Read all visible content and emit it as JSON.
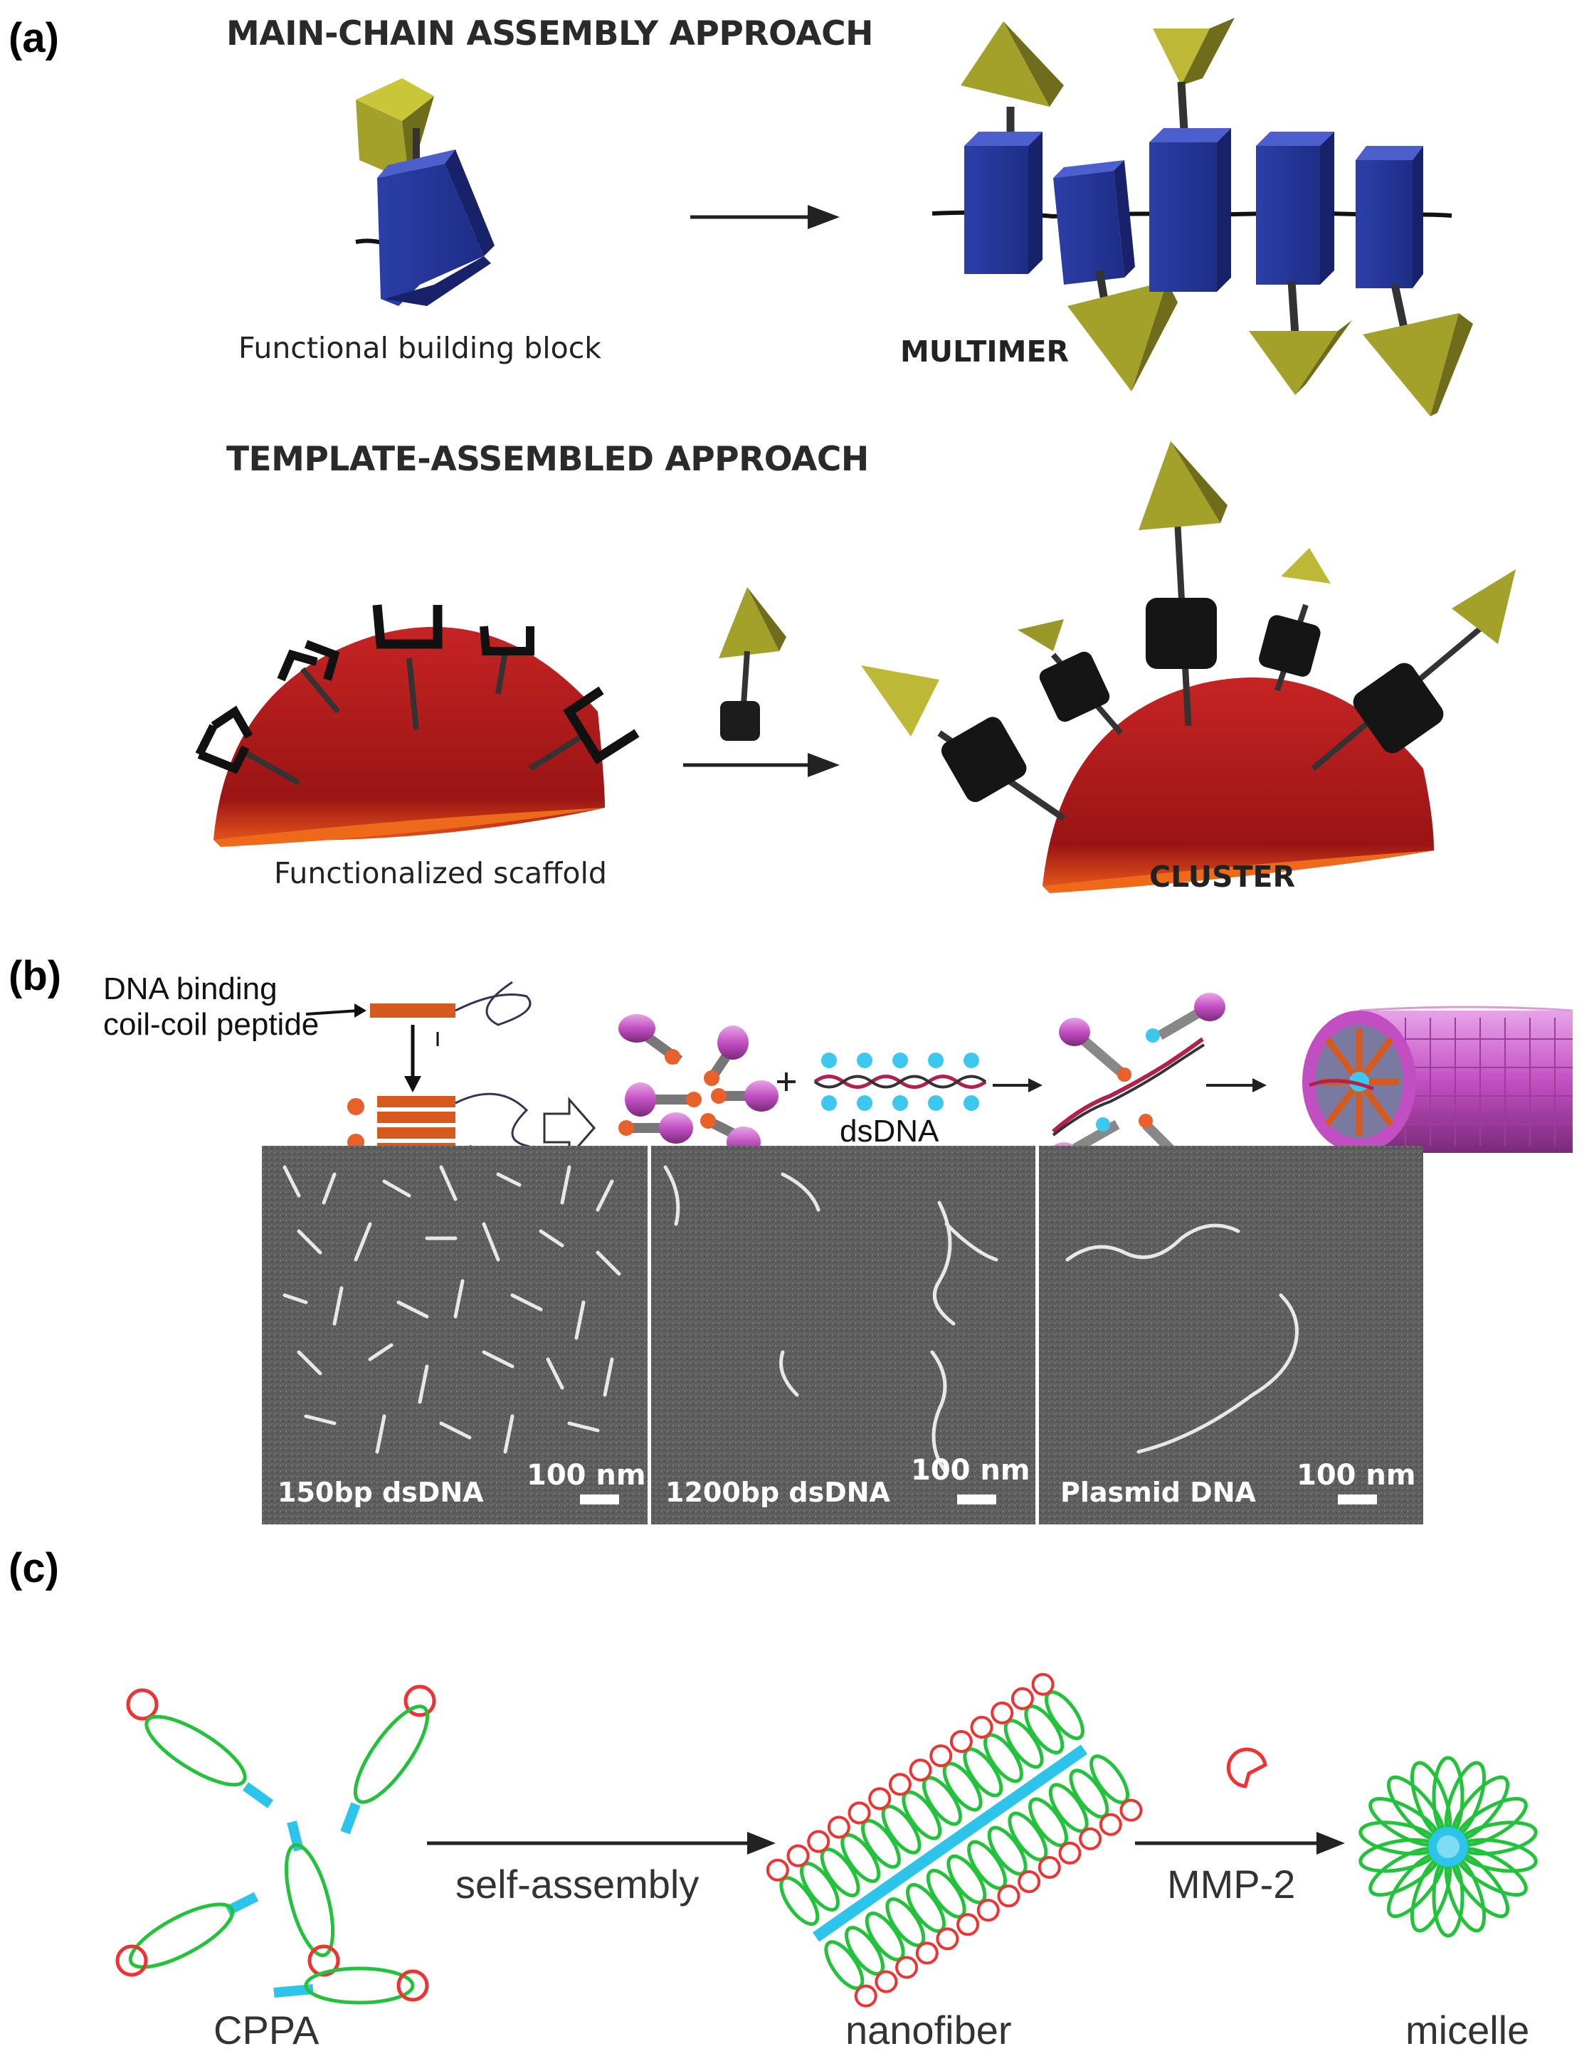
{
  "panels": {
    "a": {
      "label": "(a)",
      "heading_main_chain": "MAIN-CHAIN ASSEMBLY APPROACH",
      "caption_building_block": "Functional building block",
      "caption_multimer": "MULTIMER",
      "heading_template": "TEMPLATE-ASSEMBLED APPROACH",
      "caption_scaffold": "Functionalized scaffold",
      "caption_cluster": "CLUSTER"
    },
    "b": {
      "label": "(b)",
      "peptide_label_line1": "DNA binding",
      "peptide_label_line2": "coil-coil peptide",
      "dsdna_label": "dsDNA",
      "tem_images": [
        {
          "label": "150bp dsDNA",
          "scale": "100 nm"
        },
        {
          "label": "1200bp dsDNA",
          "scale": "100 nm"
        },
        {
          "label": "Plasmid DNA",
          "scale": "100 nm"
        }
      ]
    },
    "c": {
      "label": "(c)",
      "cppa_label": "CPPA",
      "self_assembly_label": "self-assembly",
      "nanofiber_label": "nanofiber",
      "mmp2_label": "MMP-2",
      "micelle_label": "micelle"
    }
  },
  "colors": {
    "block_blue": "#2a3a9a",
    "ligand_olive": "#8c8a2a",
    "scaffold_red": "#b01e1e",
    "cppa_green": "#22c23a",
    "cppa_red": "#ee3333",
    "cppa_cyan": "#2cc4ea",
    "peptide_orange": "#d65a1e",
    "nanotube_magenta": "#c04fc0"
  }
}
